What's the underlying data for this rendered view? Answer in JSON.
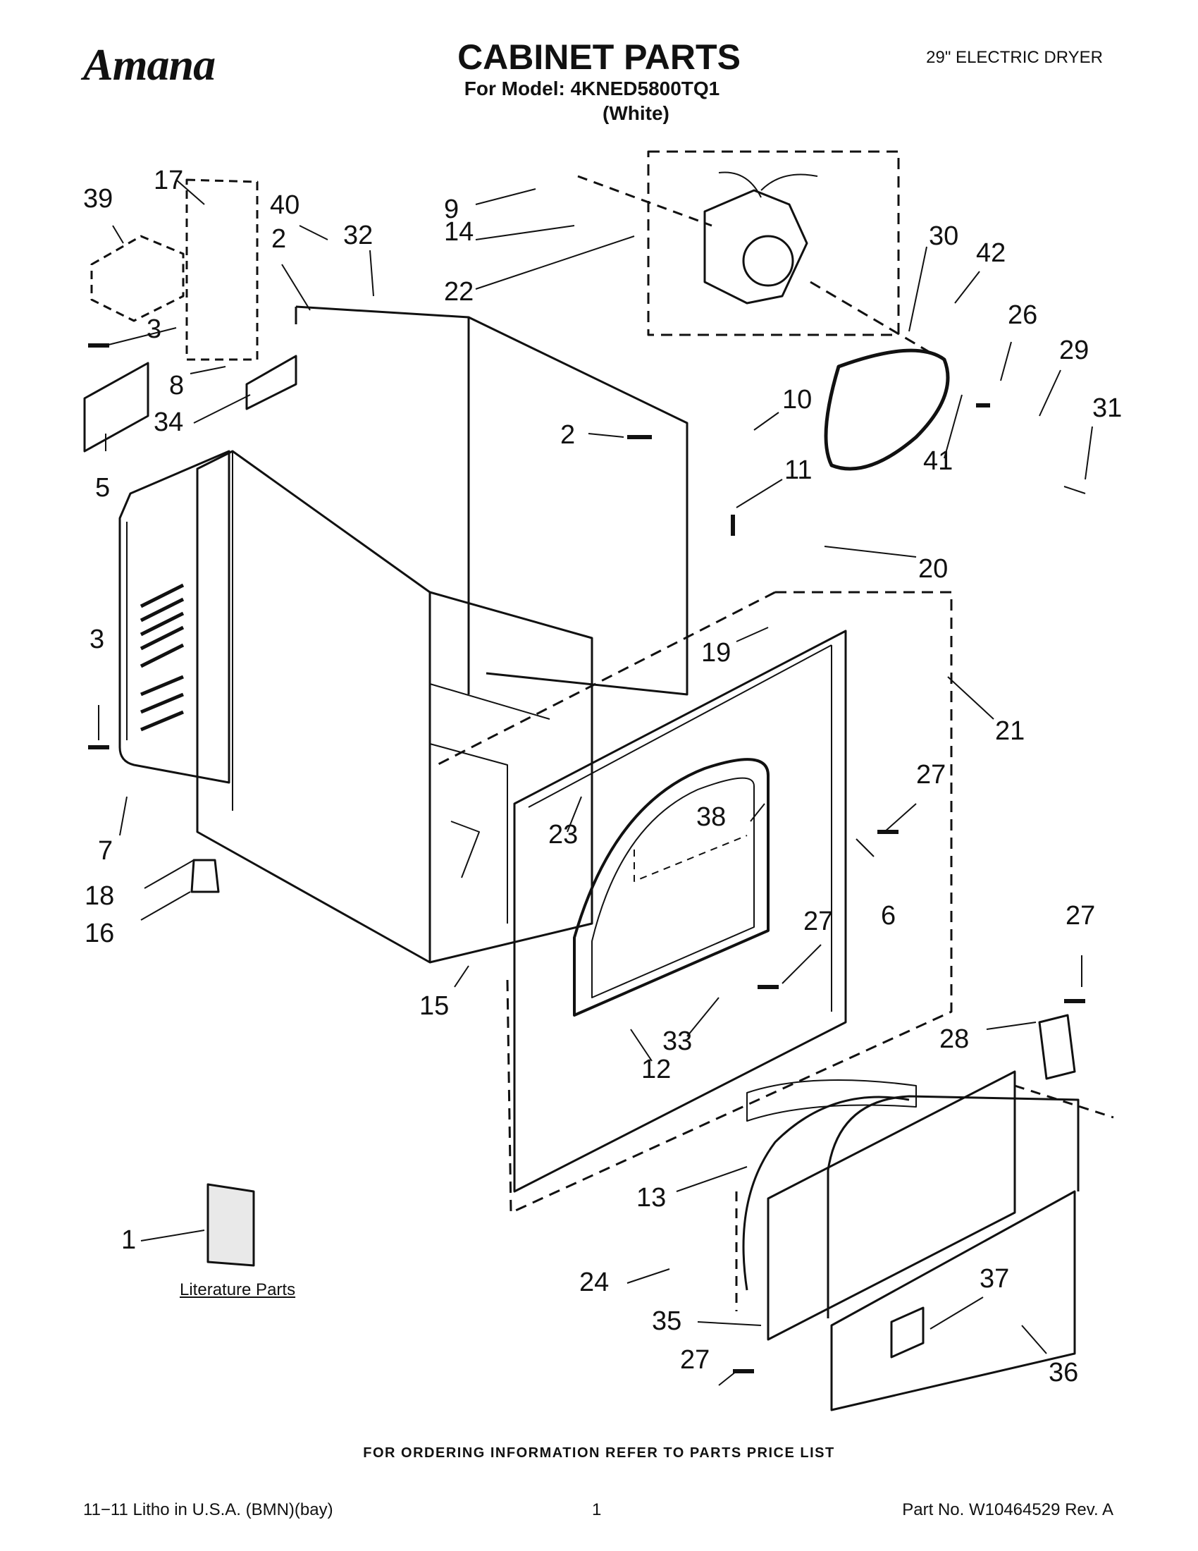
{
  "header": {
    "brand": "Amana",
    "title": "CABINET PARTS",
    "model_line": "For Model: 4KNED5800TQ1",
    "color": "(White)",
    "product": "29\" ELECTRIC DRYER"
  },
  "callouts": [
    {
      "label": "17"
    },
    {
      "label": "39"
    },
    {
      "label": "40"
    },
    {
      "label": "2"
    },
    {
      "label": "32"
    },
    {
      "label": "9"
    },
    {
      "label": "14"
    },
    {
      "label": "22"
    },
    {
      "label": "30"
    },
    {
      "label": "42"
    },
    {
      "label": "26"
    },
    {
      "label": "29"
    },
    {
      "label": "3"
    },
    {
      "label": "8"
    },
    {
      "label": "34"
    },
    {
      "label": "5"
    },
    {
      "label": "2"
    },
    {
      "label": "10"
    },
    {
      "label": "11"
    },
    {
      "label": "41"
    },
    {
      "label": "31"
    },
    {
      "label": "20"
    },
    {
      "label": "19"
    },
    {
      "label": "21"
    },
    {
      "label": "3"
    },
    {
      "label": "7"
    },
    {
      "label": "27"
    },
    {
      "label": "38"
    },
    {
      "label": "23"
    },
    {
      "label": "6"
    },
    {
      "label": "18"
    },
    {
      "label": "16"
    },
    {
      "label": "27"
    },
    {
      "label": "27"
    },
    {
      "label": "15"
    },
    {
      "label": "33"
    },
    {
      "label": "12"
    },
    {
      "label": "28"
    },
    {
      "label": "13"
    },
    {
      "label": "1"
    },
    {
      "label": "24"
    },
    {
      "label": "37"
    },
    {
      "label": "35"
    },
    {
      "label": "27"
    },
    {
      "label": "36"
    }
  ],
  "literature_label": "Literature Parts",
  "footer": {
    "ordering_note": "FOR ORDERING INFORMATION REFER TO PARTS PRICE LIST",
    "litho": "11−11 Litho in U.S.A. (BMN)(bay)",
    "page": "1",
    "part_no": "Part No. W10464529 Rev. A"
  }
}
